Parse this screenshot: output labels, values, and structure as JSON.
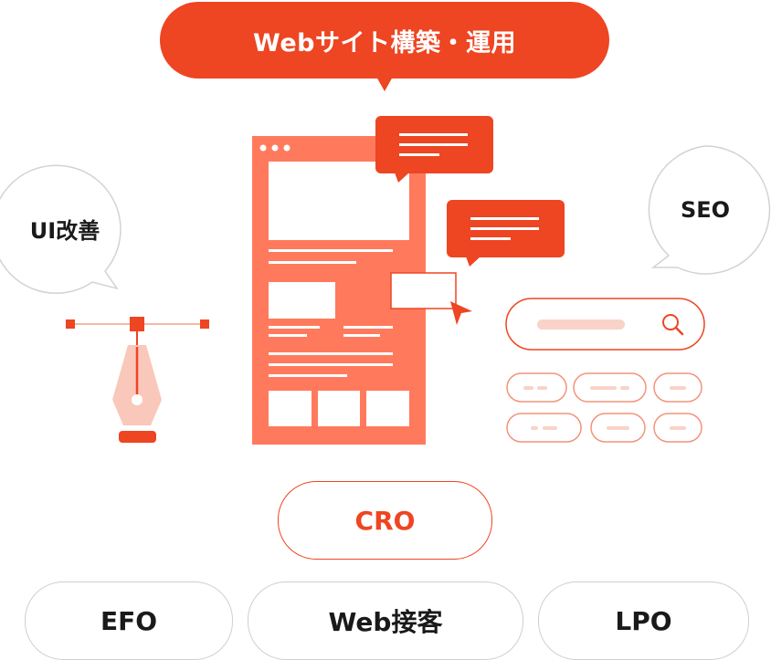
{
  "banner": {
    "label": "Webサイト構築・運用"
  },
  "bubbles": {
    "ui": "UI改善",
    "seo": "SEO"
  },
  "cro": {
    "label": "CRO"
  },
  "bottom_pills": [
    {
      "label": "EFO"
    },
    {
      "label": "Web接客"
    },
    {
      "label": "LPO"
    }
  ],
  "colors": {
    "accent": "#ee4522",
    "accent_light": "#ff7a5c",
    "accent_pale": "#f9c8bb",
    "border_gray": "#cfcfcf"
  },
  "icons": [
    "pen-tool-icon",
    "search-icon",
    "chat-bubble-icon",
    "cursor-arrow-icon"
  ]
}
